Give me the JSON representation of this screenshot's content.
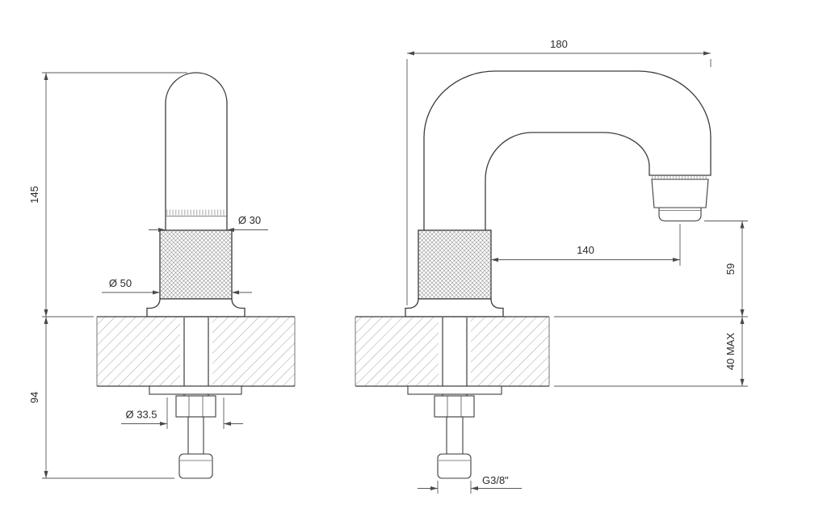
{
  "drawing": {
    "background": "#ffffff",
    "line_color": "#3d3d3d",
    "dim_color": "#5a5a5a",
    "labels": {
      "height_above_deck": "145",
      "height_below_deck": "94",
      "spout_diameter": "Ø 30",
      "body_diameter": "Ø 50",
      "shank_diameter": "Ø 33.5",
      "overall_reach": "180",
      "spout_reach": "140",
      "outlet_height": "59",
      "max_deck_thickness": "40 MAX",
      "inlet_thread": "G3/8\""
    }
  }
}
